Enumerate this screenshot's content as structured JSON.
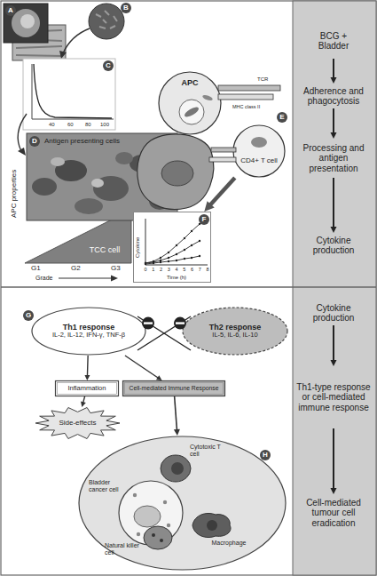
{
  "diagram": {
    "nodes": [
      {
        "text": [
          "BCG + Bladder"
        ]
      },
      {
        "text": [
          "Adherence and phagocytosis"
        ]
      },
      {
        "text": [
          "Processing and antigen presentation"
        ]
      },
      {
        "text": [
          "Cytokine production"
        ]
      },
      {
        "text": [
          "Cytokine production"
        ]
      },
      {
        "text": [
          "Th1-type response or cell-mediated immune response"
        ]
      },
      {
        "text": [
          "Cell-mediated tumour cell eradication"
        ]
      },
      {
        "text": [
          "APC"
        ]
      },
      {
        "text": [
          "CD4+ T cell"
        ]
      },
      {
        "text": [
          "TCC cell"
        ]
      },
      {
        "text": [
          "Antigen presenting cells"
        ]
      },
      {
        "text": [
          "Cytokine",
          "Time (h)"
        ]
      },
      {
        "text": [
          "Th1 response",
          "IL-2, IL-12, IFN-γ, TNF-β"
        ]
      },
      {
        "text": [
          "Th2 response",
          "IL-5, IL-6, IL-10"
        ]
      },
      {
        "text": [
          "Inflammation"
        ]
      },
      {
        "text": [
          "Cell-mediated Immune Response"
        ]
      },
      {
        "text": [
          "Side-effects"
        ]
      },
      {
        "text": [
          "H"
        ]
      },
      {
        "text": [
          "Cytotoxic T cell"
        ],
        "in": 17
      },
      {
        "text": [
          "Bladder cancer cell"
        ],
        "in": 17
      },
      {
        "text": [
          "Natural killer cell"
        ],
        "in": 17
      },
      {
        "text": [
          "Macrophage"
        ],
        "in": 17
      }
    ],
    "edges": [
      {
        "from": 0,
        "to": 1,
        "arrow": "to"
      },
      {
        "from": 1,
        "to": 2,
        "arrow": "to"
      },
      {
        "from": 2,
        "to": 3,
        "arrow": "to"
      },
      {
        "from": 4,
        "to": 5,
        "arrow": "to"
      },
      {
        "from": 5,
        "to": 6,
        "arrow": "to"
      },
      {
        "from": 8,
        "to": 11,
        "arrow": "to"
      },
      {
        "from": 12,
        "to": 14,
        "arrow": "to"
      },
      {
        "from": 12,
        "to": 15,
        "arrow": "to"
      },
      {
        "from": 14,
        "to": 16,
        "arrow": "to"
      },
      {
        "from": 15,
        "to": 17,
        "arrow": "to"
      }
    ],
    "labels": [
      "A",
      "B",
      "C",
      "40",
      "60",
      "80",
      "100",
      "D",
      "APC properties",
      "E",
      "MHC class II",
      "TCR",
      "F",
      "G1",
      "G2",
      "G3",
      "Grade",
      "G",
      "0",
      "1",
      "2",
      "3",
      "4",
      "5",
      "6",
      "7",
      "8"
    ]
  }
}
